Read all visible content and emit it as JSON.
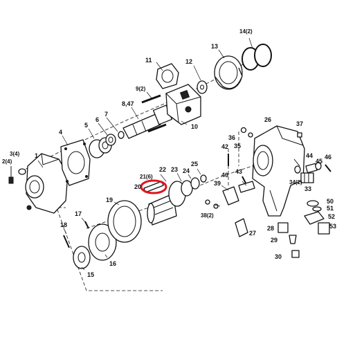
{
  "labels": {
    "l1": "1",
    "l2": "2(4)",
    "l3": "3(4)",
    "l4": "4",
    "l5": "5",
    "l6": "6",
    "l7": "7",
    "l8": "8,47",
    "l9": "9(2)",
    "l10": "10",
    "l11": "11",
    "l12": "12",
    "l13": "13",
    "l14": "14(2)",
    "l15": "15",
    "l16": "16",
    "l17": "17",
    "l18": "18",
    "l19": "19",
    "l20": "20",
    "l21": "21(6)",
    "l22": "22",
    "l23": "23",
    "l24": "24",
    "l25": "25",
    "l26": "26",
    "l27": "27",
    "l28": "28",
    "l29": "29",
    "l30": "30",
    "l33": "33",
    "l34": "34(2)",
    "l35": "35",
    "l36": "36",
    "l37": "37",
    "l38": "38(2)",
    "l39": "39",
    "l40": "40",
    "l42": "42",
    "l43": "43",
    "l44": "44",
    "l45": "45",
    "l46": "46",
    "l50": "50",
    "l51": "51",
    "l52": "52",
    "l53": "53"
  },
  "highlight": {
    "color": "#e0141e",
    "target": "20"
  }
}
